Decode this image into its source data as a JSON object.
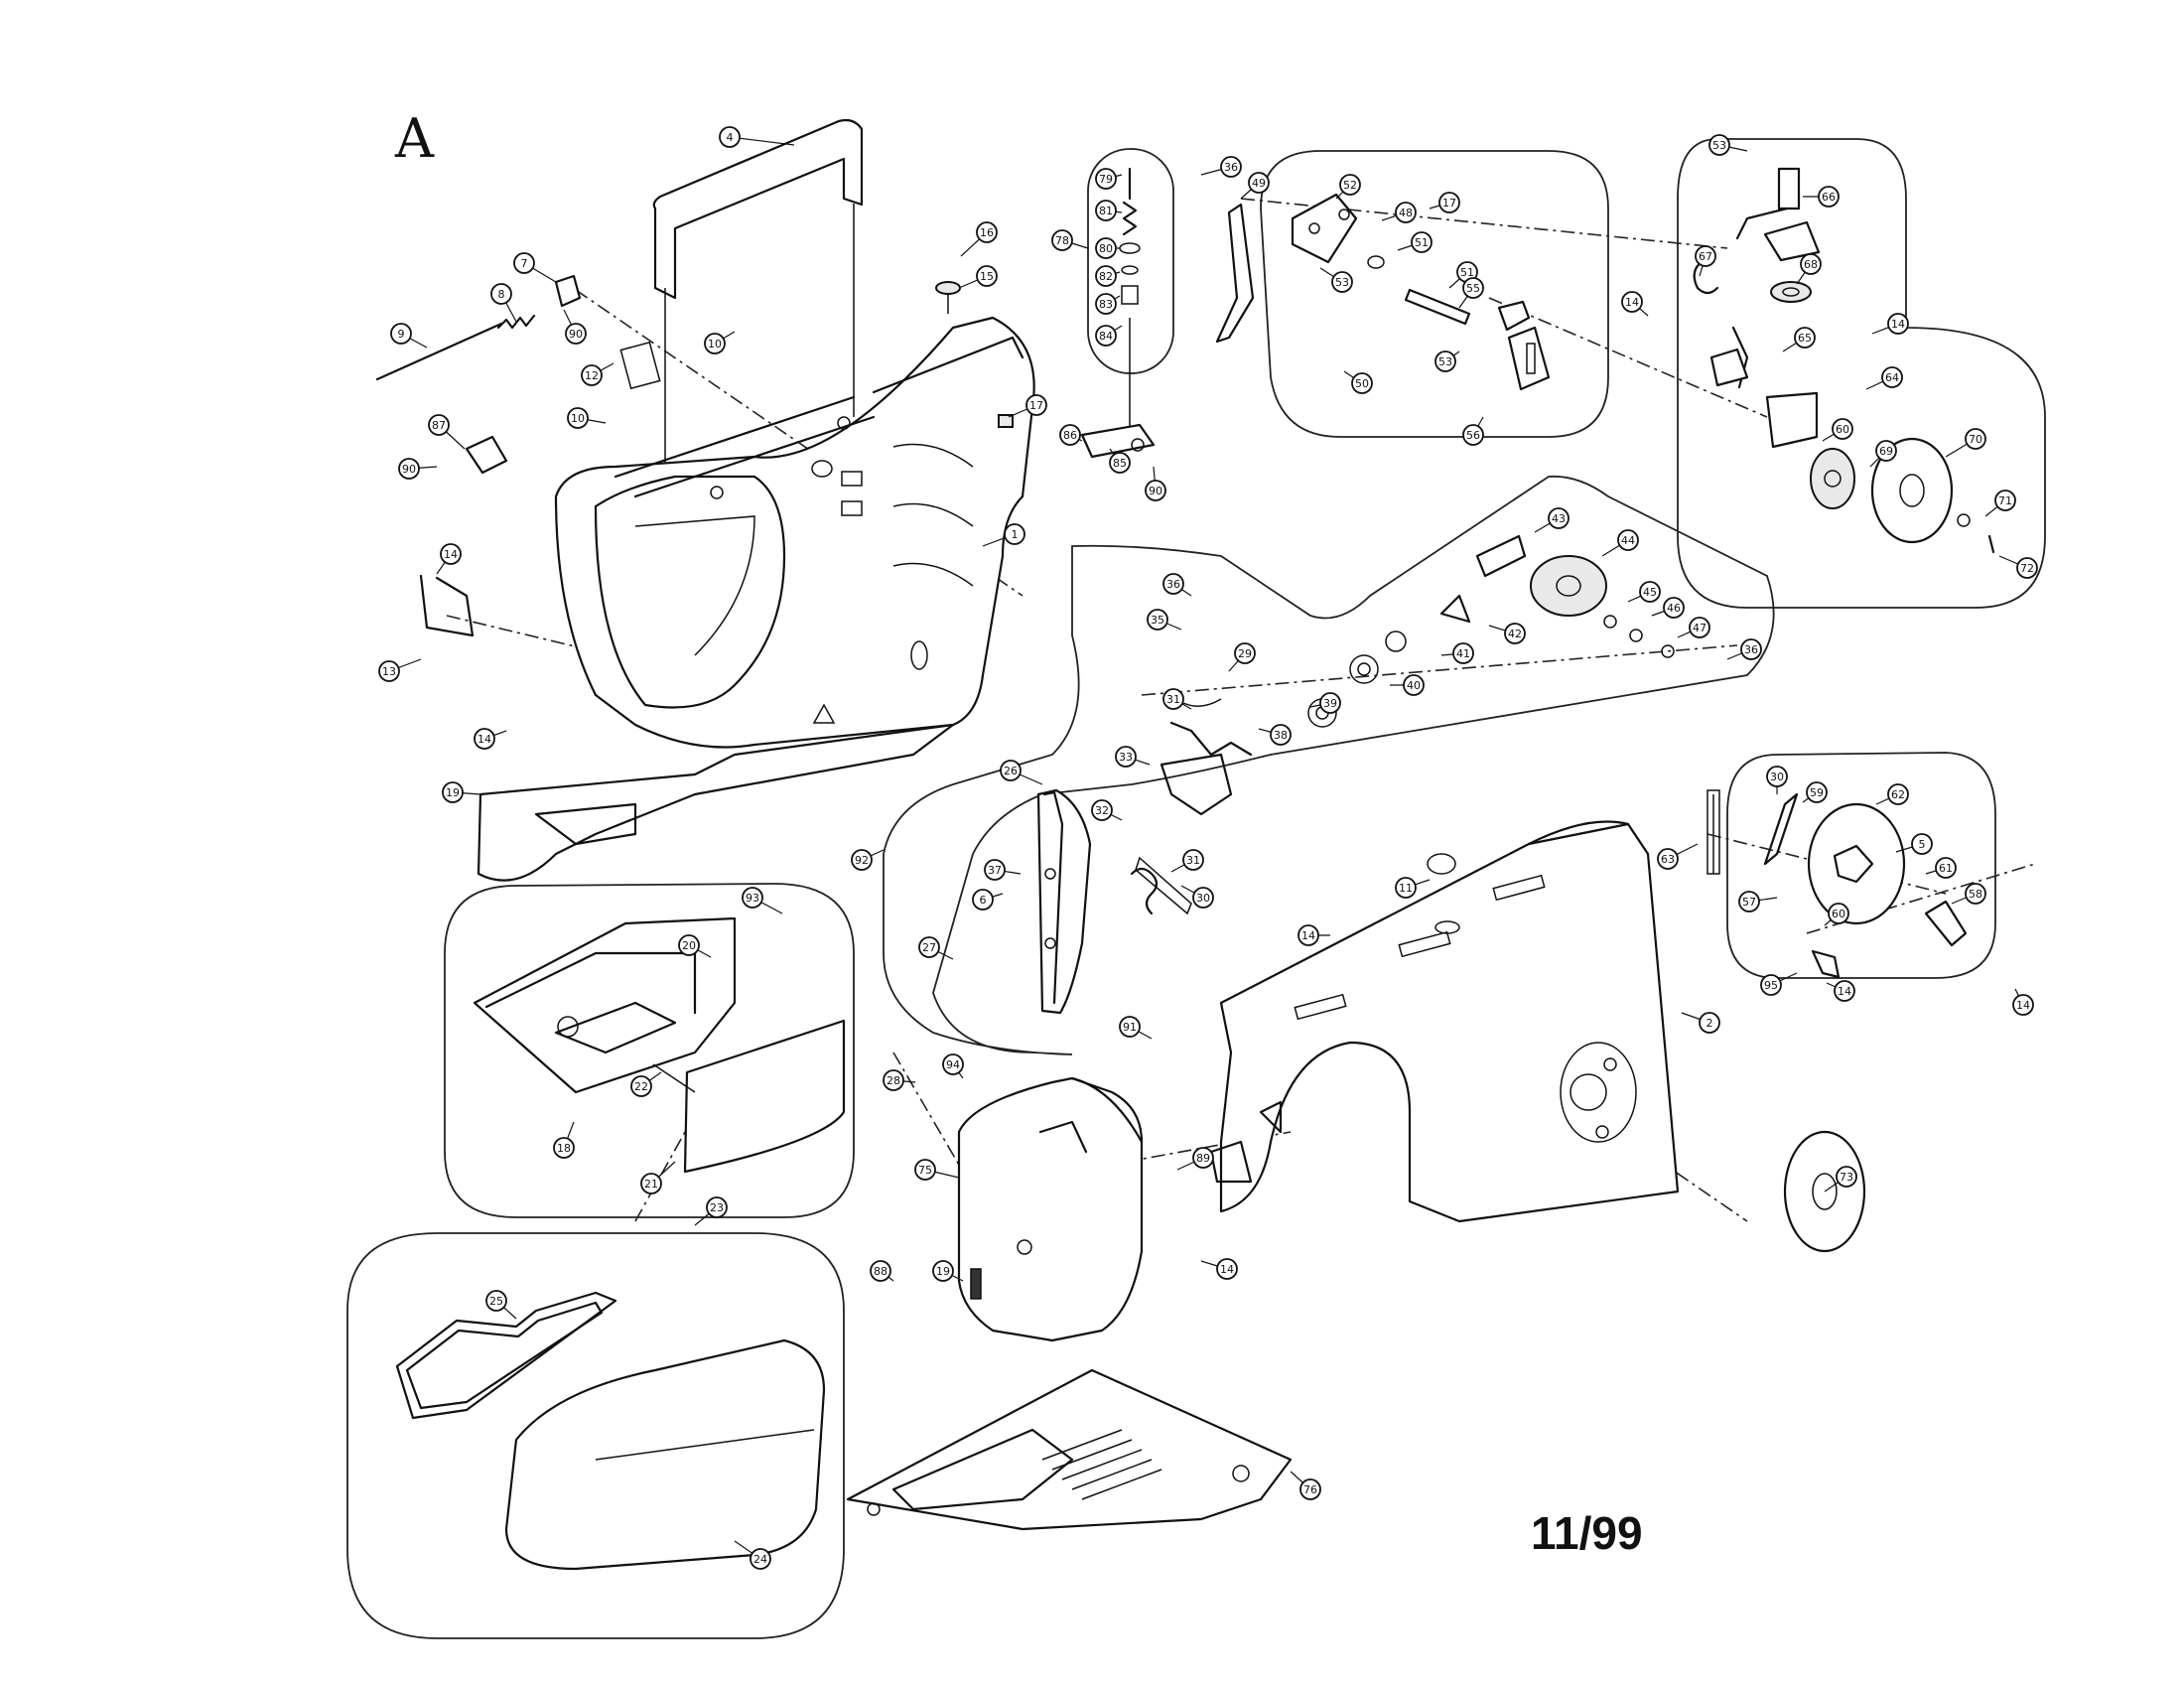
{
  "diagram": {
    "section_letter": "A",
    "page_code": "11/99",
    "callouts": [
      {
        "label": "4"
      },
      {
        "label": "7"
      },
      {
        "label": "8"
      },
      {
        "label": "9"
      },
      {
        "label": "90"
      },
      {
        "label": "12"
      },
      {
        "label": "10"
      },
      {
        "label": "10"
      },
      {
        "label": "87"
      },
      {
        "label": "90"
      },
      {
        "label": "14"
      },
      {
        "label": "13"
      },
      {
        "label": "14"
      },
      {
        "label": "19"
      },
      {
        "label": "16"
      },
      {
        "label": "15"
      },
      {
        "label": "17"
      },
      {
        "label": "1"
      },
      {
        "label": "79"
      },
      {
        "label": "81"
      },
      {
        "label": "80"
      },
      {
        "label": "82"
      },
      {
        "label": "83"
      },
      {
        "label": "84"
      },
      {
        "label": "78"
      },
      {
        "label": "86"
      },
      {
        "label": "85"
      },
      {
        "label": "90"
      },
      {
        "label": "36"
      },
      {
        "label": "49"
      },
      {
        "label": "52"
      },
      {
        "label": "53"
      },
      {
        "label": "48"
      },
      {
        "label": "17"
      },
      {
        "label": "51"
      },
      {
        "label": "51"
      },
      {
        "label": "55"
      },
      {
        "label": "53"
      },
      {
        "label": "50"
      },
      {
        "label": "56"
      },
      {
        "label": "53"
      },
      {
        "label": "66"
      },
      {
        "label": "67"
      },
      {
        "label": "68"
      },
      {
        "label": "14"
      },
      {
        "label": "14"
      },
      {
        "label": "65"
      },
      {
        "label": "64"
      },
      {
        "label": "60"
      },
      {
        "label": "69"
      },
      {
        "label": "70"
      },
      {
        "label": "71"
      },
      {
        "label": "72"
      },
      {
        "label": "43"
      },
      {
        "label": "44"
      },
      {
        "label": "45"
      },
      {
        "label": "46"
      },
      {
        "label": "47"
      },
      {
        "label": "36"
      },
      {
        "label": "42"
      },
      {
        "label": "41"
      },
      {
        "label": "40"
      },
      {
        "label": "39"
      },
      {
        "label": "38"
      },
      {
        "label": "36"
      },
      {
        "label": "35"
      },
      {
        "label": "29"
      },
      {
        "label": "31"
      },
      {
        "label": "33"
      },
      {
        "label": "26"
      },
      {
        "label": "32"
      },
      {
        "label": "92"
      },
      {
        "label": "37"
      },
      {
        "label": "6"
      },
      {
        "label": "31"
      },
      {
        "label": "30"
      },
      {
        "label": "27"
      },
      {
        "label": "93"
      },
      {
        "label": "20"
      },
      {
        "label": "22"
      },
      {
        "label": "18"
      },
      {
        "label": "21"
      },
      {
        "label": "91"
      },
      {
        "label": "11"
      },
      {
        "label": "14"
      },
      {
        "label": "2"
      },
      {
        "label": "94"
      },
      {
        "label": "28"
      },
      {
        "label": "75"
      },
      {
        "label": "89"
      },
      {
        "label": "14"
      },
      {
        "label": "19"
      },
      {
        "label": "88"
      },
      {
        "label": "73"
      },
      {
        "label": "63"
      },
      {
        "label": "30"
      },
      {
        "label": "59"
      },
      {
        "label": "62"
      },
      {
        "label": "5"
      },
      {
        "label": "61"
      },
      {
        "label": "57"
      },
      {
        "label": "58"
      },
      {
        "label": "60"
      },
      {
        "label": "95"
      },
      {
        "label": "14"
      },
      {
        "label": "14"
      },
      {
        "label": "23"
      },
      {
        "label": "25"
      },
      {
        "label": "24"
      },
      {
        "label": "76"
      }
    ]
  }
}
